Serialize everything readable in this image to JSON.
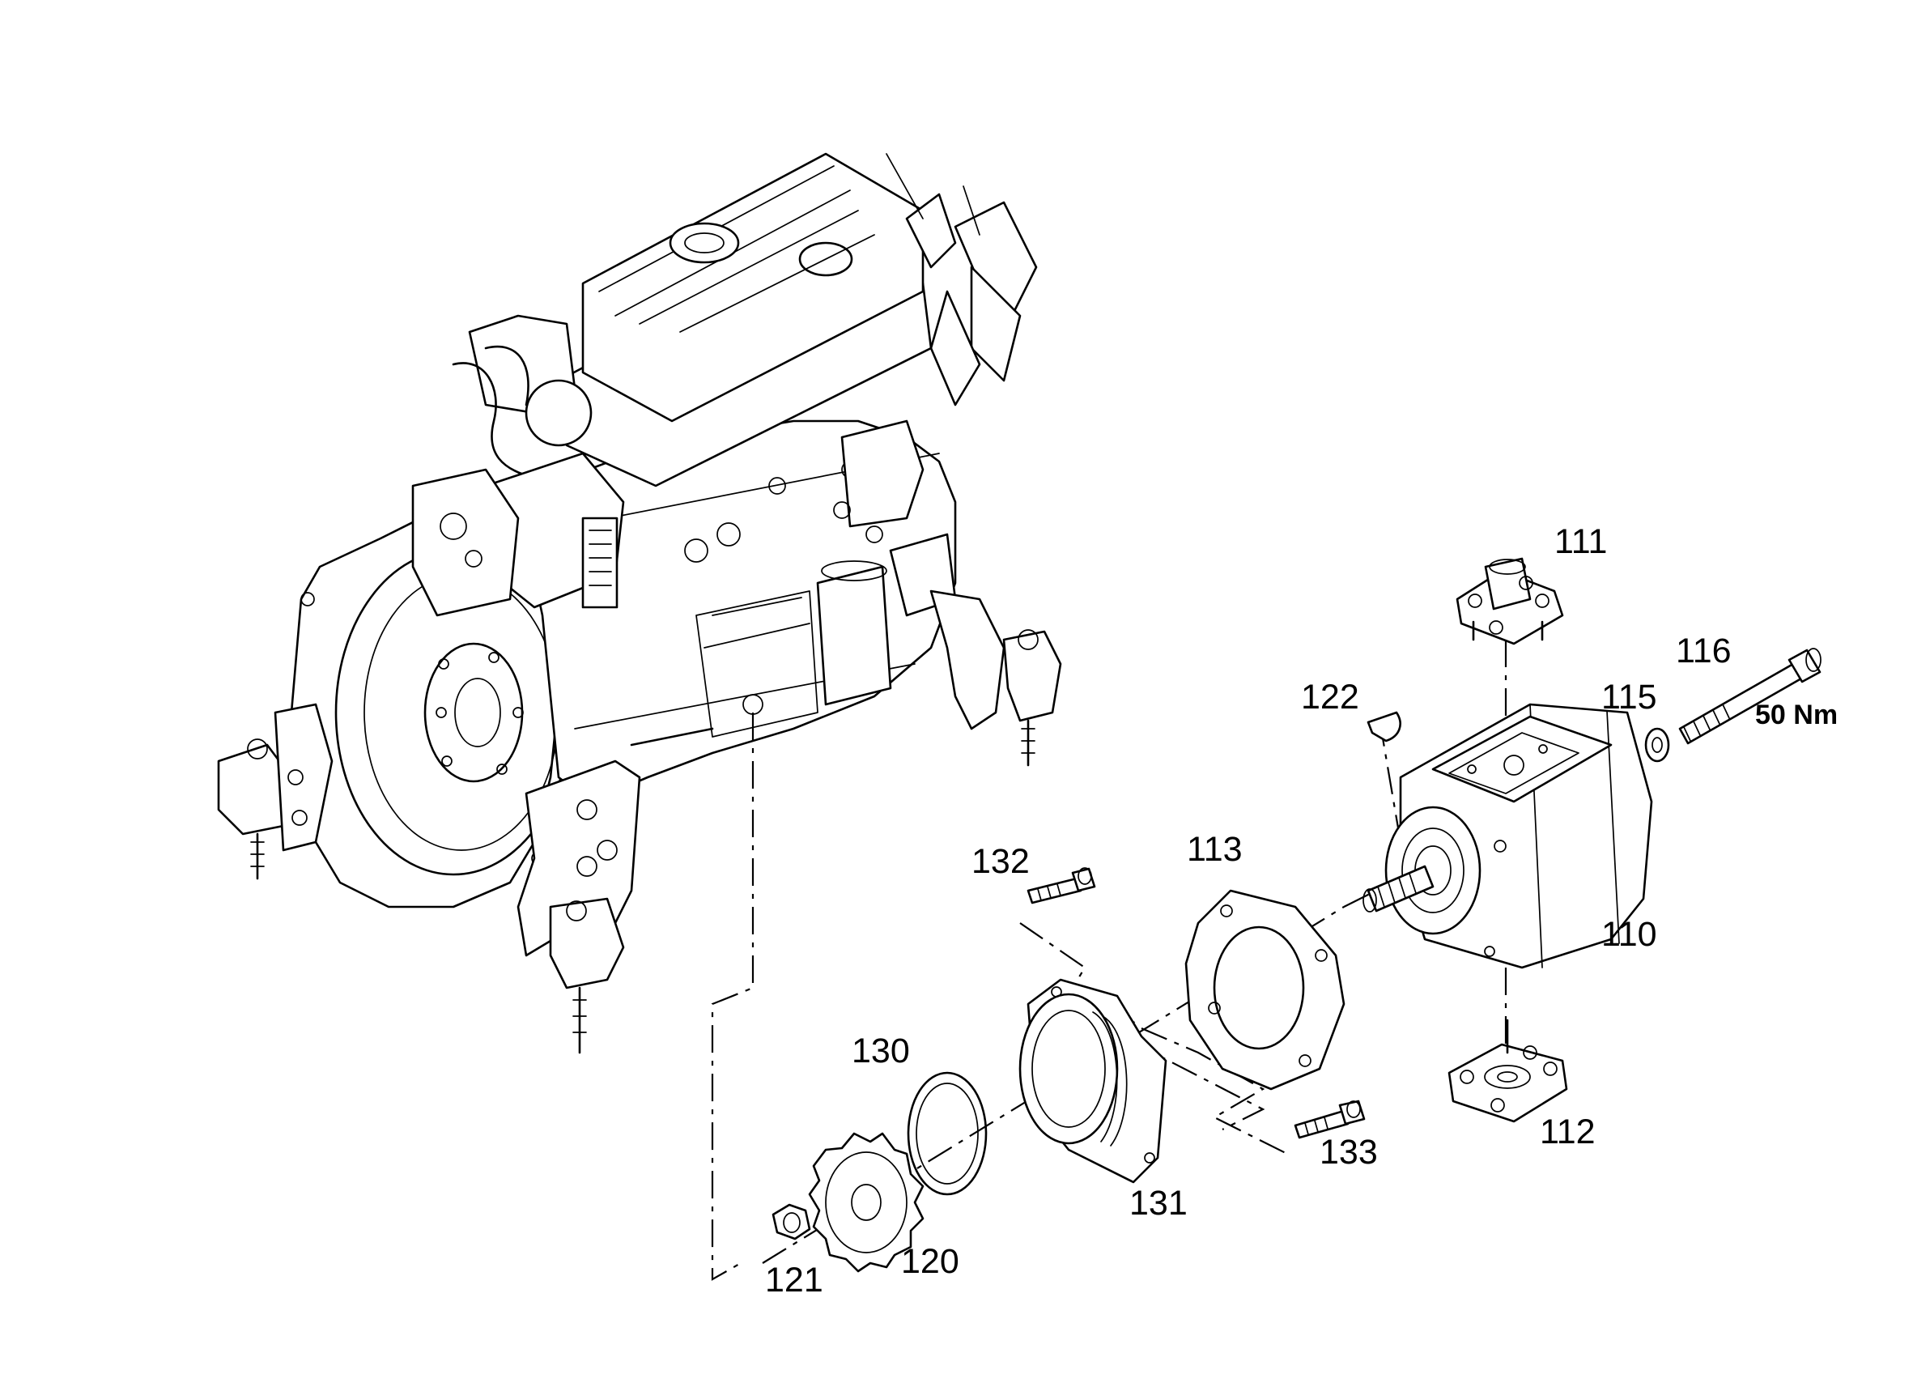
{
  "diagram": {
    "callouts": {
      "p110": "110",
      "p111": "111",
      "p112": "112",
      "p113": "113",
      "p115": "115",
      "p116": "116",
      "p120": "120",
      "p121": "121",
      "p122": "122",
      "p130": "130",
      "p131": "131",
      "p132": "132",
      "p133": "133"
    },
    "torque_116": "50 Nm"
  }
}
